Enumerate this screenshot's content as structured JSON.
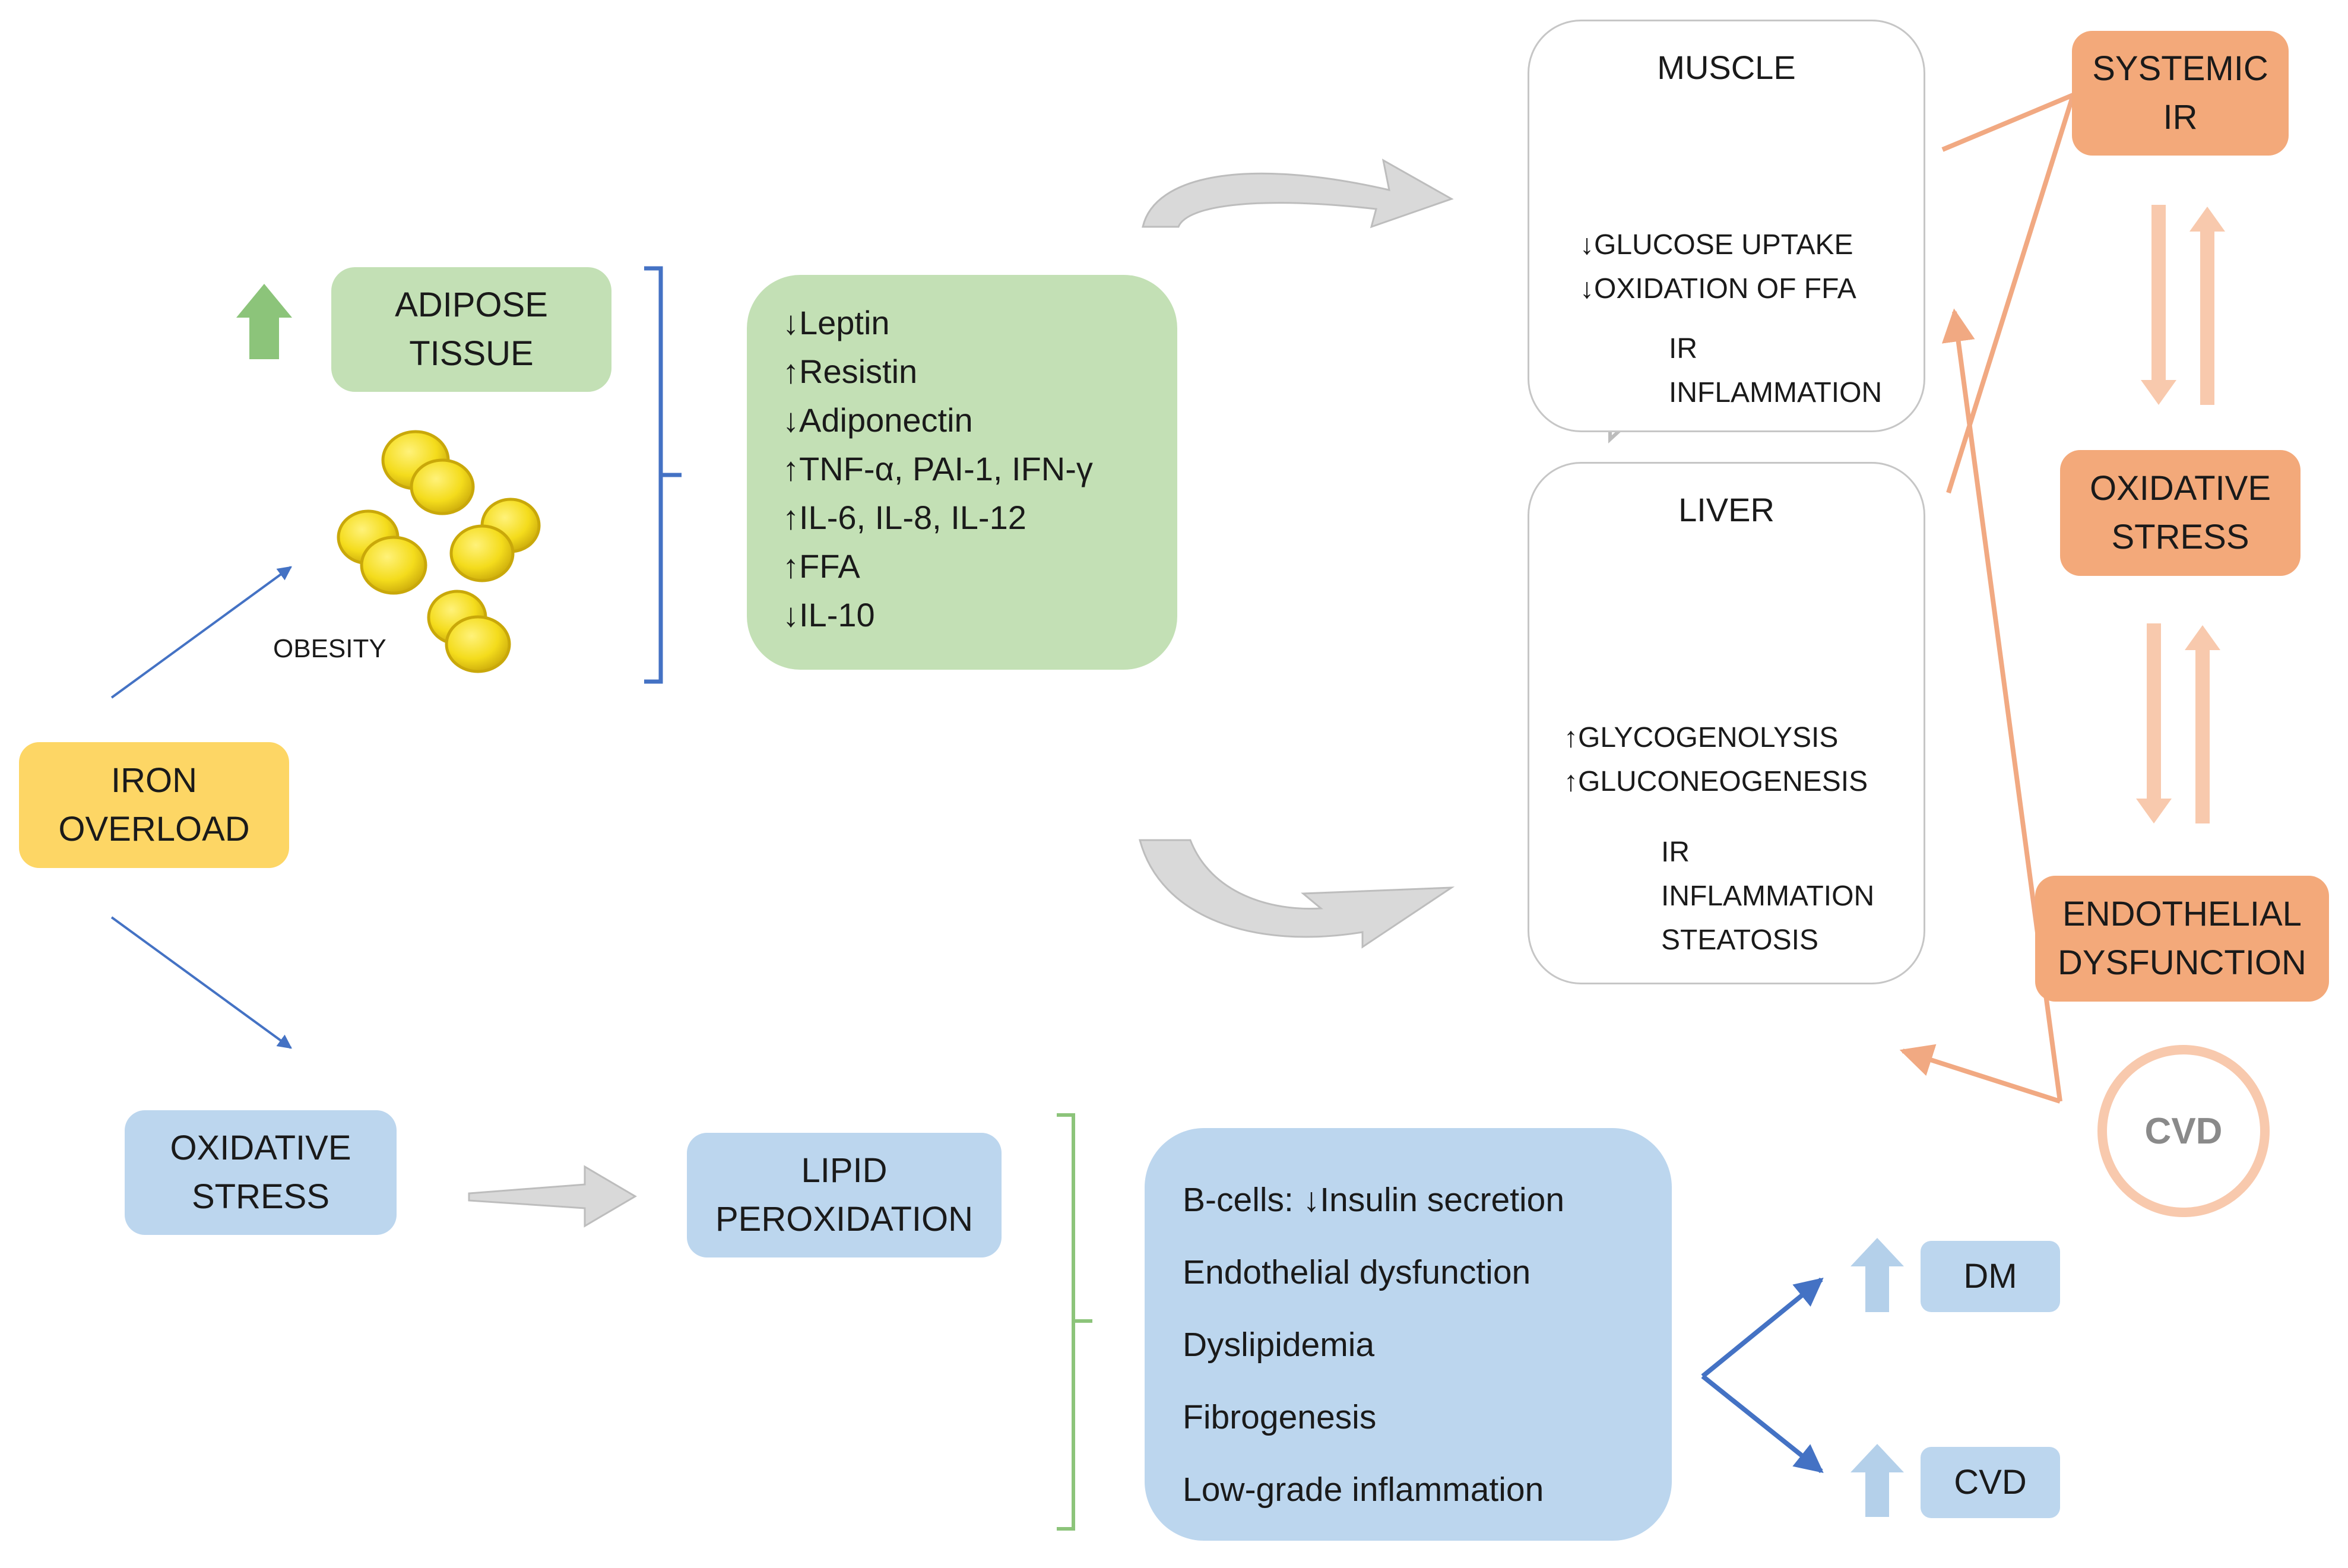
{
  "left": {
    "iron_overload": [
      "IRON",
      "OVERLOAD"
    ],
    "adipose_tissue": [
      "ADIPOSE",
      "TISSUE"
    ],
    "obesity": "OBESITY",
    "oxidative_stress": [
      "OXIDATIVE",
      "STRESS"
    ],
    "lipid_peroxidation": [
      "LIPID",
      "PEROXIDATION"
    ]
  },
  "cytokines": [
    "↓Leptin",
    "↑Resistin",
    "↓Adiponectin",
    "↑TNF-α, PAI-1, IFN-γ",
    "↑IL-6, IL-8, IL-12",
    "↑FFA",
    "↓IL-10"
  ],
  "muscle": {
    "title": "MUSCLE",
    "effects": [
      "↓GLUCOSE UPTAKE",
      "↓OXIDATION OF FFA"
    ],
    "outcomes": [
      "IR",
      "INFLAMMATION"
    ]
  },
  "liver": {
    "title": "LIVER",
    "effects": [
      "↑GLYCOGENOLYSIS",
      "↑GLUCONEOGENESIS"
    ],
    "outcomes": [
      "IR",
      "INFLAMMATION",
      "STEATOSIS"
    ]
  },
  "right": {
    "systemic_ir": [
      "SYSTEMIC",
      "IR"
    ],
    "oxidative_stress": [
      "OXIDATIVE",
      "STRESS"
    ],
    "endothelial_dysfunction": [
      "ENDOTHELIAL",
      "DYSFUNCTION"
    ],
    "cvd_circle": "CVD"
  },
  "lipid_effects": [
    "B-cells: ↓Insulin secretion",
    "Endothelial dysfunction",
    "Dyslipidemia",
    "Fibrogenesis",
    "Low-grade inflammation"
  ],
  "outcomes": {
    "dm": "DM",
    "cvd": "CVD"
  },
  "colors": {
    "green": "#c3e0b5",
    "green_arrow": "#8cc47a",
    "blue": "#bcd6ee",
    "blue_line": "#4472c4",
    "blue_arrow": "#b4d0ea",
    "yellow": "#fdd665",
    "orange": "#f3a97a",
    "orange_line": "#f1a982",
    "orange_light": "#f8c9ad",
    "gray_arrow": "#d6d6d6",
    "fat_cell": "#f4dc1c",
    "muscle": "#e58a6f",
    "liver": "#8b4a5a"
  }
}
